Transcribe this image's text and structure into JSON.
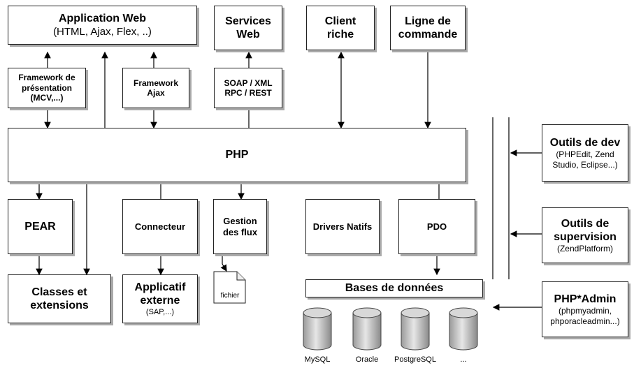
{
  "boxes": {
    "app_web": {
      "title": "Application Web",
      "sub": "(HTML, Ajax, Flex, ..)"
    },
    "services_web": {
      "line1": "Services",
      "line2": "Web"
    },
    "client_riche": {
      "line1": "Client",
      "line2": "riche"
    },
    "ligne_commande": {
      "line1": "Ligne de",
      "line2": "commande"
    },
    "framework_pres": {
      "line1": "Framework de",
      "line2": "présentation",
      "line3": "(MCV,...)"
    },
    "framework_ajax": {
      "line1": "Framework",
      "line2": "Ajax"
    },
    "soap": {
      "line1": "SOAP / XML",
      "line2": "RPC / REST"
    },
    "php": {
      "label": "PHP"
    },
    "pear": {
      "label": "PEAR"
    },
    "connecteur": {
      "label": "Connecteur"
    },
    "gestion_flux": {
      "line1": "Gestion",
      "line2": "des flux"
    },
    "drivers": {
      "label": "Drivers Natifs"
    },
    "pdo": {
      "label": "PDO"
    },
    "classes": {
      "line1": "Classes et",
      "line2": "extensions"
    },
    "applicatif": {
      "line1": "Applicatif",
      "line2": "externe",
      "line3": "(SAP,...)"
    },
    "bases": {
      "label": "Bases de données"
    },
    "outils_dev": {
      "title": "Outils de dev",
      "sub1": "(PHPEdit, Zend",
      "sub2": "Studio, Eclipse...)"
    },
    "outils_sup": {
      "title1": "Outils de",
      "title2": "supervision",
      "sub": "(ZendPlatform)"
    },
    "php_admin": {
      "title": "PHP*Admin",
      "sub1": "(phpmyadmin,",
      "sub2": "phporacleadmin...)"
    }
  },
  "file_label": "fichier",
  "databases": [
    "MySQL",
    "Oracle",
    "PostgreSQL",
    "..."
  ]
}
